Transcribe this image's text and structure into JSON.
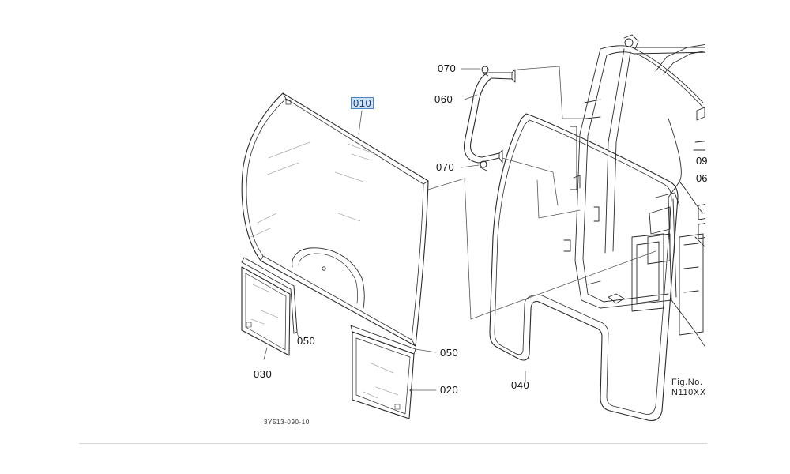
{
  "diagram": {
    "drawing_number": "3Y513-090-10",
    "figure_label": "Fig.No.",
    "figure_number": "N110XX",
    "part_callouts": [
      {
        "id": "part-010",
        "label": "010",
        "selected": true
      },
      {
        "id": "part-020",
        "label": "020",
        "selected": false
      },
      {
        "id": "part-030",
        "label": "030",
        "selected": false
      },
      {
        "id": "part-040",
        "label": "040",
        "selected": false
      },
      {
        "id": "part-050-a",
        "label": "050",
        "selected": false
      },
      {
        "id": "part-050-b",
        "label": "050",
        "selected": false
      },
      {
        "id": "part-060",
        "label": "060",
        "selected": false
      },
      {
        "id": "part-070-a",
        "label": "070",
        "selected": false
      },
      {
        "id": "part-070-b",
        "label": "070",
        "selected": false
      }
    ],
    "cropped_callouts": [
      "09",
      "06"
    ],
    "colors": {
      "line": "#2a2a2a",
      "leader": "#555555",
      "highlight_fill": "#cfe0f3",
      "highlight_border": "#4a86c8"
    }
  }
}
